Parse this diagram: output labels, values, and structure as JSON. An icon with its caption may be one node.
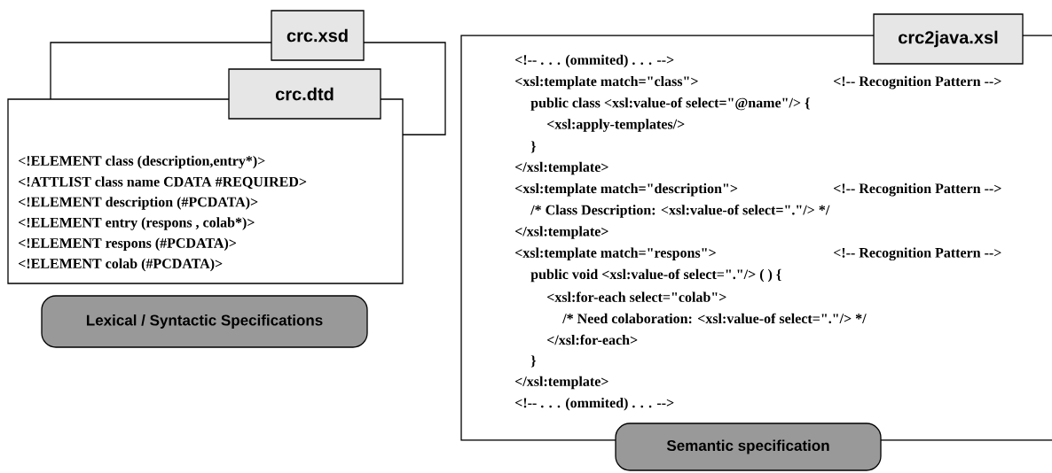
{
  "diagram": {
    "nodes": [
      {
        "text": [
          "crc.xsd"
        ]
      },
      {
        "text": [
          "crc.dtd",
          "<!ELEMENT class (description,entry*)>",
          "<!ATTLIST class name CDATA #REQUIRED>",
          "<!ELEMENT description (#PCDATA)>",
          "<!ELEMENT entry (respons , colab*)>",
          "<!ELEMENT respons (#PCDATA)>",
          "<!ELEMENT colab (#PCDATA)>"
        ]
      },
      {
        "text": [
          "Lexical / Syntactic Specifications"
        ]
      },
      {
        "text": [
          "crc2java.xsl",
          "<!-- . . . (ommited) . . . -->",
          "<xsl:template match=\"class\">",
          "<!-- Recognition Pattern -->",
          "public class <xsl:value-of select=\"@name\"/> {",
          "<xsl:apply-templates/>",
          "}",
          "</xsl:template>",
          "<xsl:template match=\"description\">",
          "<!-- Recognition Pattern -->",
          "/* Class Description: <xsl:value-of select=\".\"/> */",
          "</xsl:template>",
          "<xsl:template match=\"respons\">",
          "<!-- Recognition Pattern -->",
          "public void <xsl:value-of select=\".\"/> ( ) {",
          "<xsl:for-each select=\"colab\">",
          "/* Need colaboration: <xsl:value-of select=\".\"/> */",
          "</xsl:for-each>",
          "}",
          "</xsl:template>",
          "<!-- . . . (ommited) . . . -->"
        ]
      },
      {
        "text": [
          "Semantic specification"
        ]
      }
    ]
  }
}
